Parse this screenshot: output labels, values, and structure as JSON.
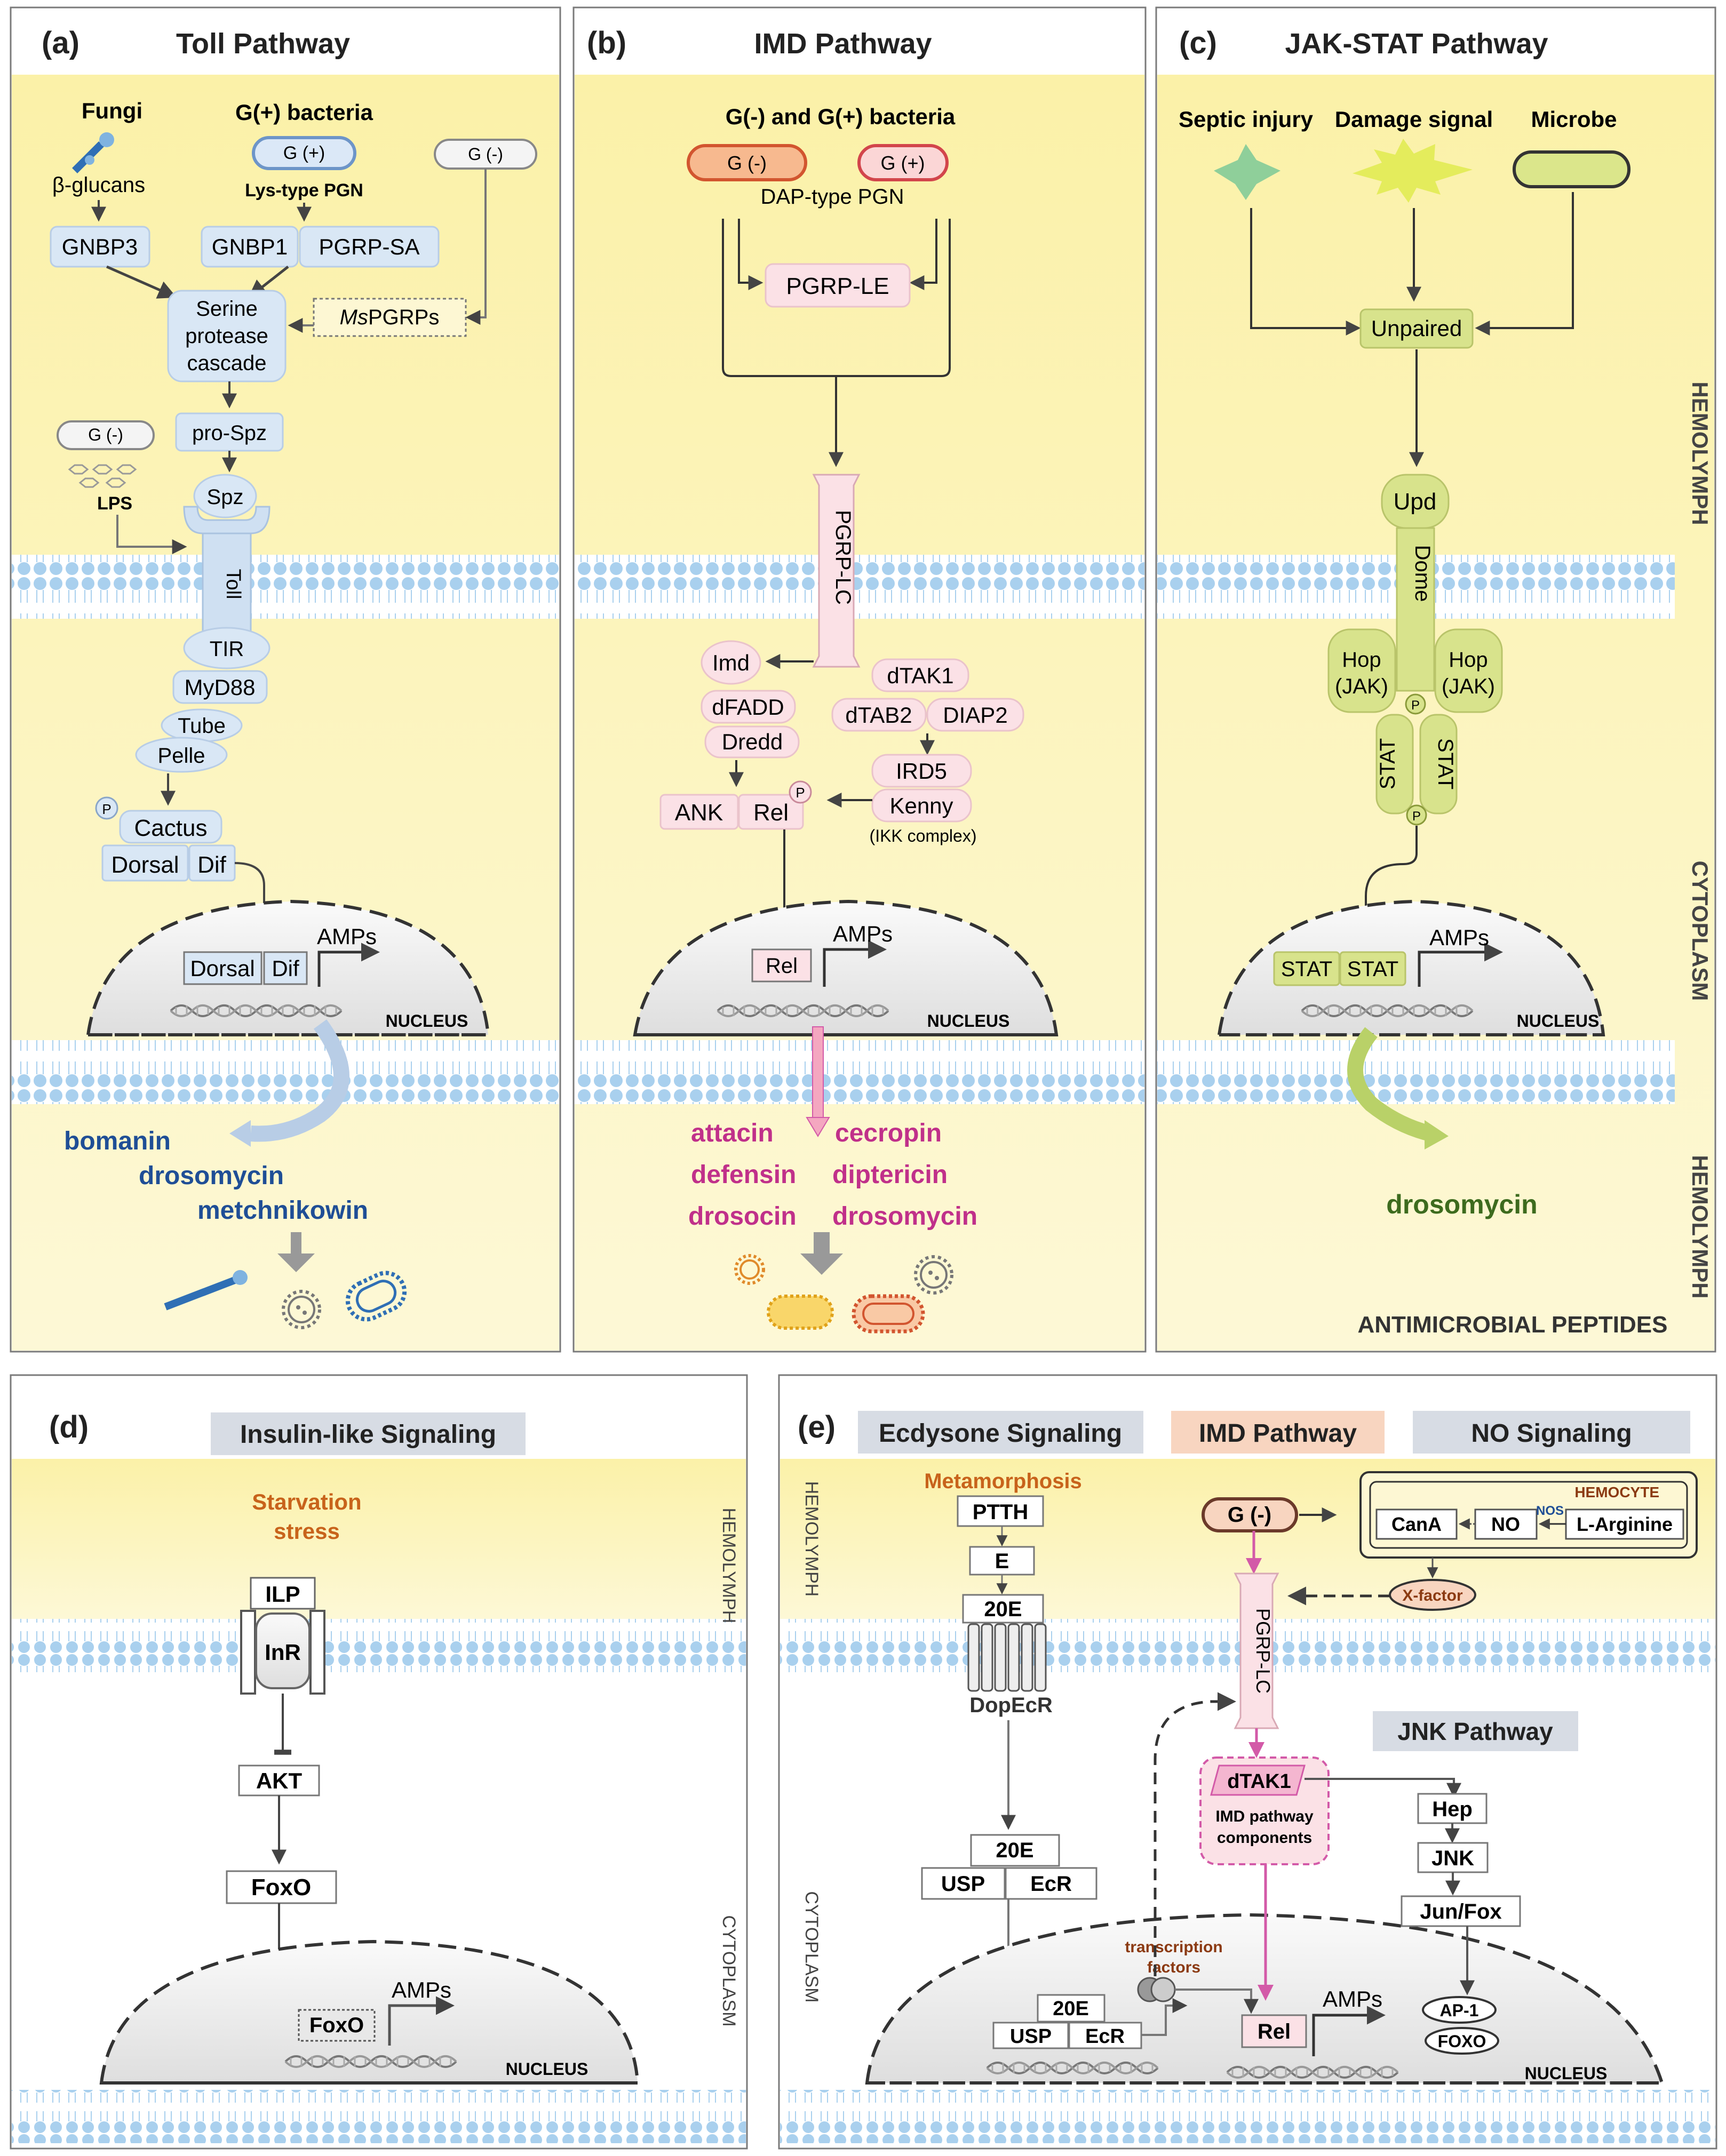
{
  "colors": {
    "hemolymph_yellow": "#fbf1a8",
    "panel_border": "#7a7a7a",
    "membrane_blue": "#9ec9e8",
    "toll_blue_fill": "#d9e7f5",
    "imd_pink_fill": "#fbe1e6",
    "jak_green_fill": "#d8e38c",
    "toll_amp_text": "#1f4e96",
    "imd_amp_text": "#c0308a",
    "jak_amp_text": "#3d6b1e",
    "orange_text": "#c8631b",
    "arrow_gray": "#555555",
    "imd_magenta_arrow": "#d35aa8"
  },
  "panel_a": {
    "label": "(a)",
    "title": "Toll Pathway",
    "fungi": "Fungi",
    "beta_glucans": "β-glucans",
    "gpos_bacteria": "G(+) bacteria",
    "gpos_cell": "G (+)",
    "lys_pgn": "Lys-type PGN",
    "gneg_cell": "G (-)",
    "gnbp3": "GNBP3",
    "gnbp1": "GNBP1",
    "pgrp_sa": "PGRP-SA",
    "serine": [
      "Serine",
      "protease",
      "cascade"
    ],
    "mspgrps_italic": "Ms",
    "mspgrps_rest": "PGRPs",
    "gneg_cell2": "G (-)",
    "lps": "LPS",
    "pro_spz": "pro-Spz",
    "spz": "Spz",
    "toll": "Toll",
    "tir": "TIR",
    "myd88": "MyD88",
    "tube": "Tube",
    "pelle": "Pelle",
    "p": "P",
    "cactus": "Cactus",
    "dorsal": "Dorsal",
    "dif": "Dif",
    "nuc_dorsal": "Dorsal",
    "nuc_dif": "Dif",
    "amps": "AMPs",
    "nucleus": "NUCLEUS",
    "amp_list": [
      "bomanin",
      "drosomycin",
      "metchnikowin"
    ]
  },
  "panel_b": {
    "label": "(b)",
    "title": "IMD Pathway",
    "bacteria": "G(-)  and G(+) bacteria",
    "gneg_cell": "G (-)",
    "gpos_cell": "G (+)",
    "dap_pgn": "DAP-type PGN",
    "pgrp_le": "PGRP-LE",
    "pgrp_lc": "PGRP-LC",
    "imd": "Imd",
    "dfadd": "dFADD",
    "dredd": "Dredd",
    "dtak1": "dTAK1",
    "dtab2": "dTAB2",
    "diap2": "DIAP2",
    "ird5": "IRD5",
    "kenny": "Kenny",
    "ikk": "(IKK complex)",
    "ank": "ANK",
    "rel": "Rel",
    "p": "P",
    "nuc_rel": "Rel",
    "amps": "AMPs",
    "nucleus": "NUCLEUS",
    "amp_list": [
      "attacin",
      "cecropin",
      "defensin",
      "diptericin",
      "drosocin",
      "drosomycin"
    ]
  },
  "panel_c": {
    "label": "(c)",
    "title": "JAK-STAT Pathway",
    "septic": "Septic injury",
    "damage": "Damage signal",
    "microbe": "Microbe",
    "unpaired": "Unpaired",
    "upd": "Upd",
    "dome": "Dome",
    "hop_l": [
      "Hop",
      "(JAK)"
    ],
    "hop_r": [
      "Hop",
      "(JAK)"
    ],
    "p": "P",
    "stat": "STAT",
    "nuc_stat1": "STAT",
    "nuc_stat2": "STAT",
    "amps": "AMPs",
    "nucleus": "NUCLEUS",
    "drosomycin": "drosomycin",
    "amp_footer": "ANTIMICROBIAL PEPTIDES"
  },
  "side_labels_top": {
    "hemolymph_top": "HEMOLYMPH",
    "cytoplasm": "CYTOPLASM",
    "hemolymph_bottom": "HEMOLYMPH"
  },
  "panel_d": {
    "label": "(d)",
    "title": "Insulin-like Signaling",
    "starvation": [
      "Starvation",
      "stress"
    ],
    "ilp": "ILP",
    "inr": "InR",
    "akt": "AKT",
    "foxo": "FoxO",
    "nuc_foxo": "FoxO",
    "amps": "AMPs",
    "nucleus": "NUCLEUS",
    "hemolymph": "HEMOLYMPH",
    "cytoplasm": "CYTOPLASM"
  },
  "panel_e": {
    "label": "(e)",
    "title_ecdysone": "Ecdysone Signaling",
    "title_imd": "IMD Pathway",
    "title_no": "NO Signaling",
    "metamorphosis": "Metamorphosis",
    "ptth": "PTTH",
    "e": "E",
    "twenty_e": "20E",
    "dopecr": "DopEcR",
    "cyto_20e": "20E",
    "usp": "USP",
    "ecr": "EcR",
    "nuc_20e": "20E",
    "nuc_usp": "USP",
    "nuc_ecr": "EcR",
    "gneg": "G (-)",
    "hemocyte": "HEMOCYTE",
    "cana": "CanA",
    "no": "NO",
    "nos": "NOS",
    "larginine": "L-Arginine",
    "xfactor": "X-factor",
    "pgrp_lc": "PGRP-LC",
    "jnk_title": "JNK Pathway",
    "dtak1": "dTAK1",
    "imd_comp": [
      "IMD pathway",
      "components"
    ],
    "hep": "Hep",
    "jnk": "JNK",
    "junfox": "Jun/Fox",
    "transcription": [
      "transcription",
      "factors"
    ],
    "rel": "Rel",
    "amps": "AMPs",
    "ap1": "AP-1",
    "foxo": "FOXO",
    "nucleus": "NUCLEUS",
    "hemolymph": "HEMOLYMPH",
    "cytoplasm": "CYTOPLASM"
  }
}
